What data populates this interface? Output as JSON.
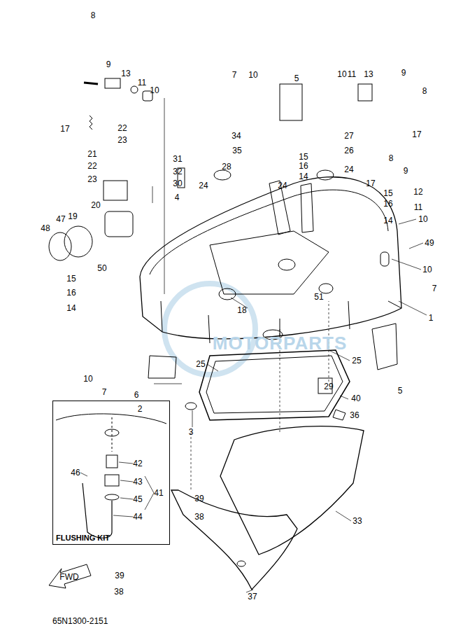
{
  "diagram": {
    "nodes": [
      {
        "text": [
          "FLUSHING KIT"
        ]
      }
    ],
    "labels": [
      "8",
      "9",
      "13",
      "11",
      "10",
      "17",
      "22",
      "23",
      "21",
      "22",
      "23",
      "20",
      "19",
      "47",
      "48",
      "50",
      "15",
      "16",
      "14",
      "10",
      "7",
      "6",
      "3",
      "25",
      "7",
      "10",
      "5",
      "31",
      "32",
      "30",
      "4",
      "34",
      "35",
      "28",
      "24",
      "24",
      "15",
      "16",
      "14",
      "27",
      "26",
      "24",
      "10",
      "11",
      "13",
      "9",
      "8",
      "17",
      "8",
      "9",
      "17",
      "12",
      "15",
      "16",
      "11",
      "14",
      "10",
      "49",
      "10",
      "7",
      "1",
      "5",
      "25",
      "18",
      "51",
      "29",
      "40",
      "36",
      "39",
      "38",
      "33",
      "37",
      "39",
      "38",
      "2",
      "42",
      "43",
      "41",
      "46",
      "45",
      "44",
      "FWD",
      "65N1300-2151",
      "MOTORPARTS"
    ]
  }
}
